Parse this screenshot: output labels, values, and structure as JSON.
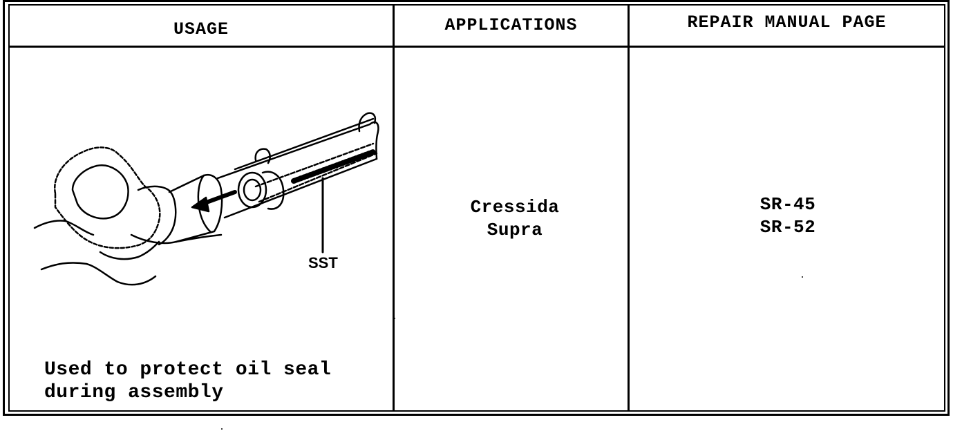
{
  "table": {
    "headers": {
      "usage": "USAGE",
      "applications": "APPLICATIONS",
      "repair_manual_page": "REPAIR MANUAL PAGE"
    },
    "row": {
      "usage_description_line1": "Used to protect oil seal",
      "usage_description_line2": "during assembly",
      "illustration_label": "SST",
      "applications": [
        "Cressida",
        "Supra"
      ],
      "repair_manual_pages": [
        "SR-45",
        "SR-52"
      ]
    }
  }
}
